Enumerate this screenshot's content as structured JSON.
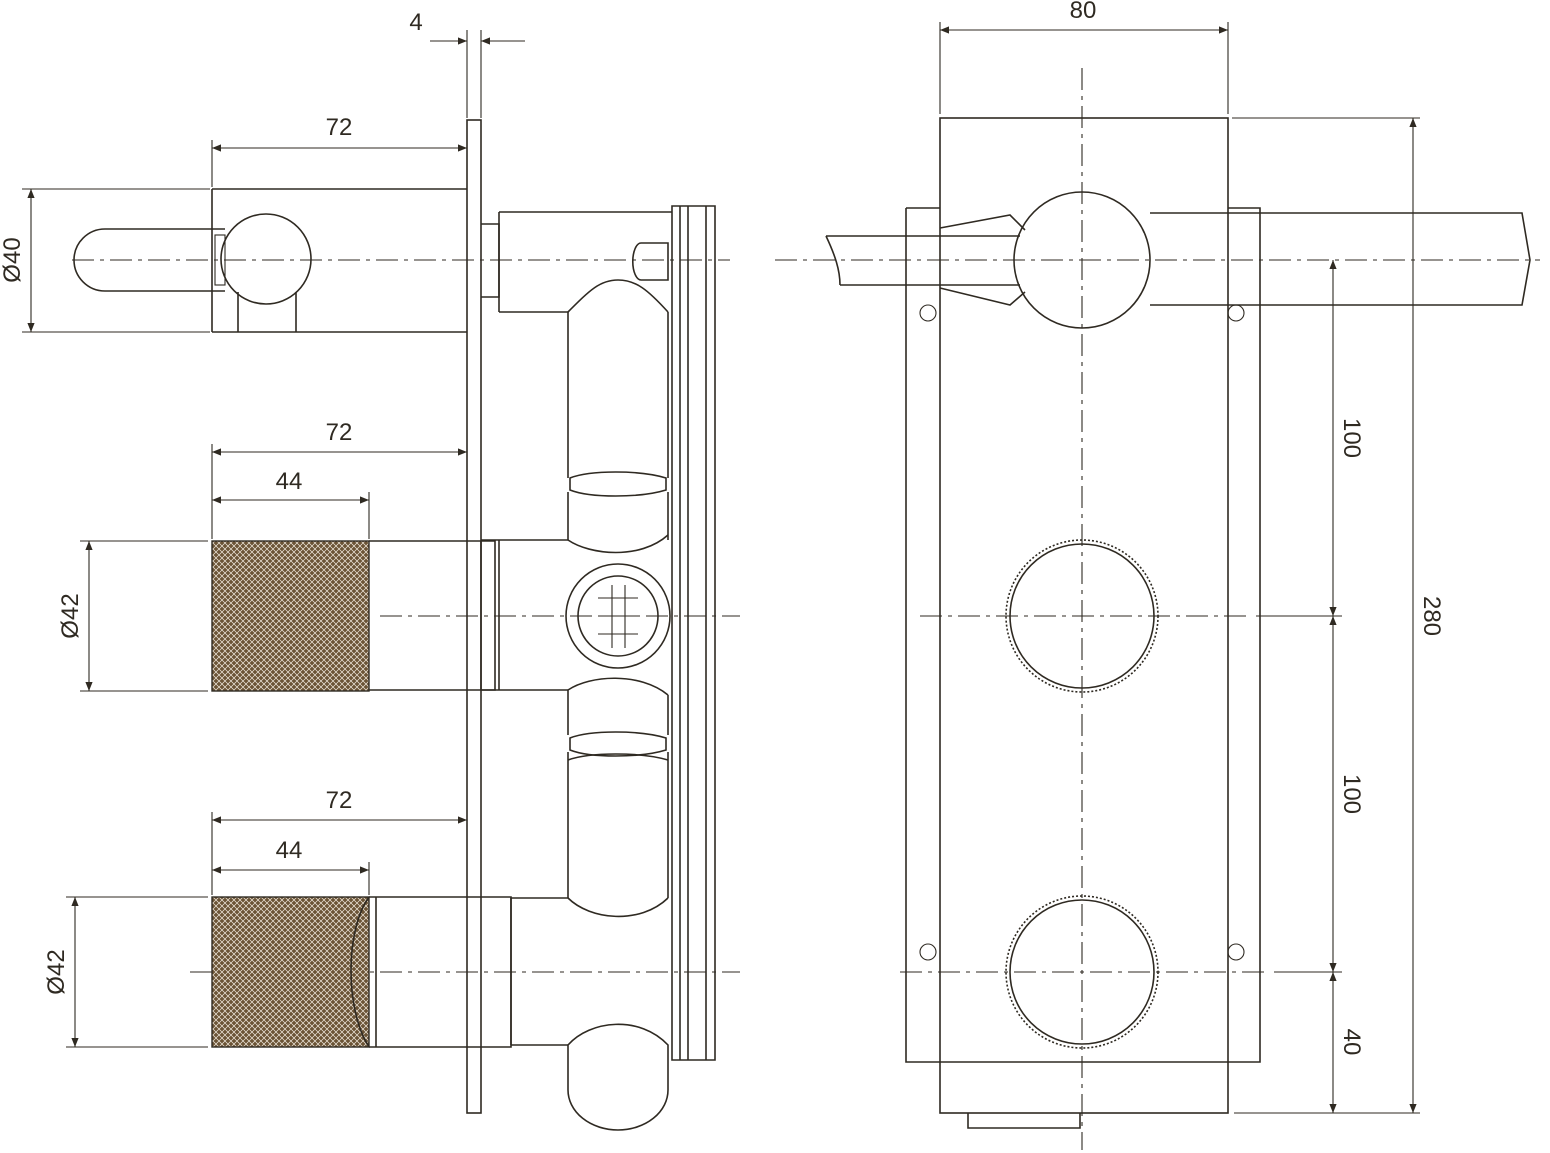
{
  "colors": {
    "line": "#2f2a22",
    "knurl": "#6b5436",
    "background": "#ffffff"
  },
  "side_view": {
    "dimensions": {
      "plate_thickness": "4",
      "spout_length": "72",
      "spout_diameter": "Ø40",
      "knob1_length": "72",
      "knob1_knurl_length": "44",
      "knob1_diameter": "Ø42",
      "knob2_length": "72",
      "knob2_knurl_length": "44",
      "knob2_diameter": "Ø42"
    }
  },
  "front_view": {
    "dimensions": {
      "plate_width": "80",
      "spacing_upper": "100",
      "spacing_lower": "100",
      "bottom_offset": "40",
      "total_height": "280"
    }
  }
}
